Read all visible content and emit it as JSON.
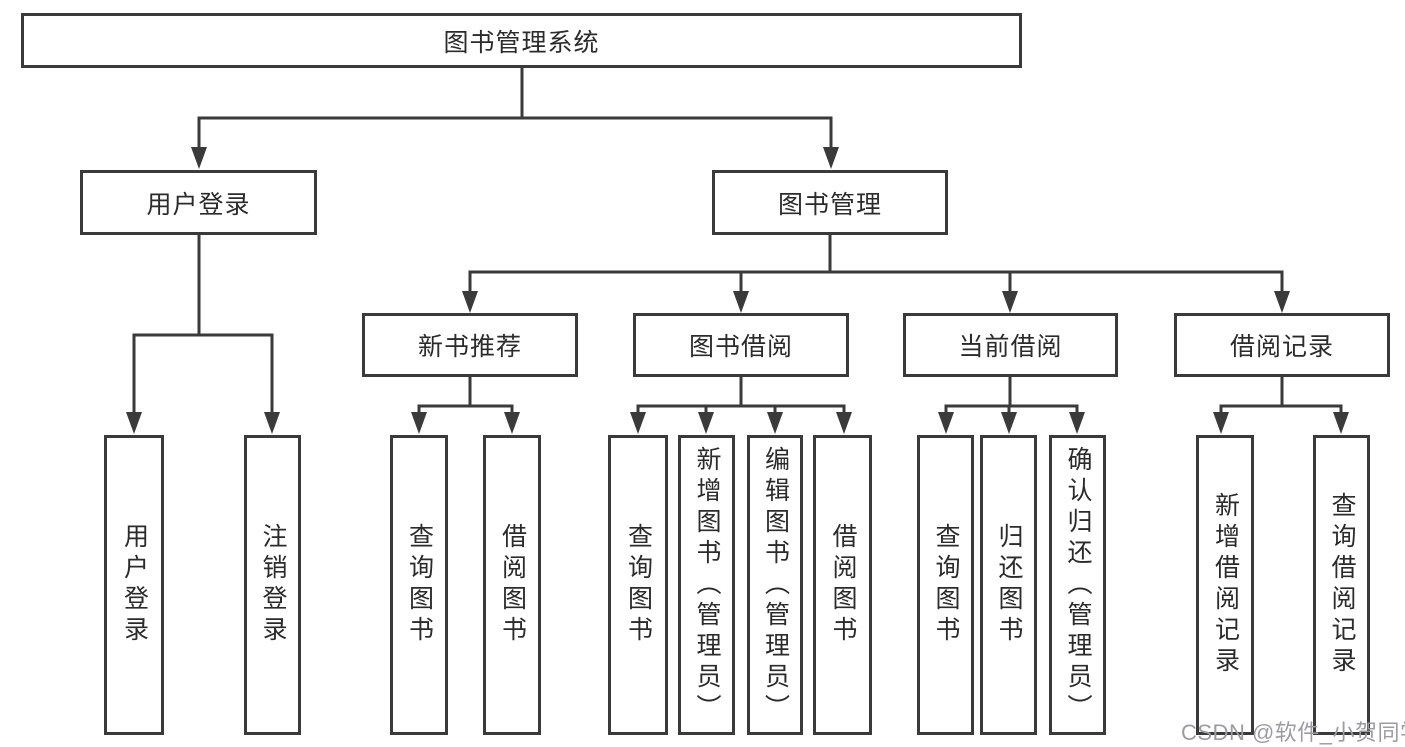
{
  "colors": {
    "line": "#3A3A3A",
    "text": "#2B2B2B",
    "box_background": "#FFFFFF",
    "watermark": "#9B9BA3",
    "page_background": "#FFFFFF"
  },
  "diagram": {
    "type": "hierarchy-tree",
    "root": {
      "label": "图书管理系统"
    },
    "branches": [
      {
        "label": "用户登录",
        "children": [
          {
            "label": "用户登录"
          },
          {
            "label": "注销登录"
          }
        ]
      },
      {
        "label": "图书管理",
        "children": [
          {
            "label": "新书推荐",
            "children": [
              {
                "label": "查询图书"
              },
              {
                "label": "借阅图书"
              }
            ]
          },
          {
            "label": "图书借阅",
            "children": [
              {
                "label": "查询图书"
              },
              {
                "label": "新增图书（管理员）"
              },
              {
                "label": "编辑图书（管理员）"
              },
              {
                "label": "借阅图书"
              }
            ]
          },
          {
            "label": "当前借阅",
            "children": [
              {
                "label": "查询图书"
              },
              {
                "label": "归还图书"
              },
              {
                "label": "确认归还（管理员）"
              }
            ]
          },
          {
            "label": "借阅记录",
            "children": [
              {
                "label": "新增借阅记录"
              },
              {
                "label": "查询借阅记录"
              }
            ]
          }
        ]
      }
    ]
  },
  "watermark": {
    "text": "CSDN @软件_小贺同学"
  }
}
